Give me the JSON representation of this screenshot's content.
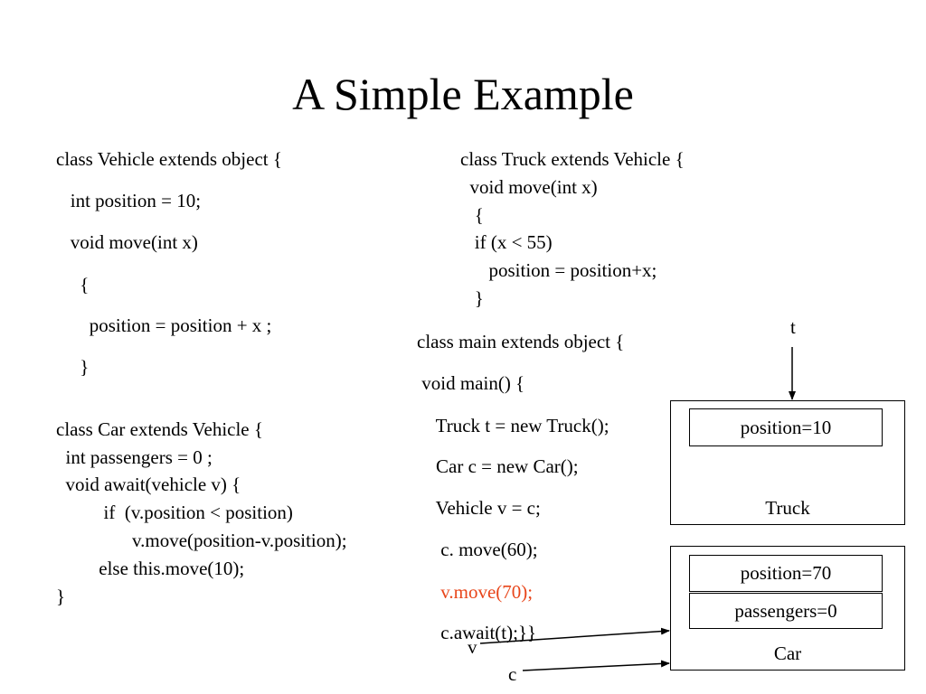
{
  "title": "A Simple Example",
  "code": {
    "vehicle": [
      "class Vehicle extends object {",
      "   int position = 10;",
      "   void move(int x)",
      "     {",
      "       position = position + x ;",
      "     }"
    ],
    "car": [
      "class Car extends Vehicle {",
      "  int passengers = 0 ;",
      "  void await(vehicle v) {",
      "          if  (v.position < position)",
      "                v.move(position-v.position);",
      "         else this.move(10);",
      "}"
    ],
    "truck": [
      "class Truck extends Vehicle {",
      "  void move(int x)",
      "   {",
      "   if (x < 55)",
      "      position = position+x;",
      "   }"
    ],
    "main": [
      "class main extends object {",
      " void main() {",
      "    Truck t = new Truck();",
      "    Car c = new Car();",
      "    Vehicle v = c;",
      "     c. move(60);",
      "     v.move(70);",
      "     c.await(t);}}"
    ]
  },
  "objects": {
    "truck": {
      "field": "position=10",
      "label": "Truck"
    },
    "car": {
      "fields": [
        "position=70",
        "passengers=0"
      ],
      "label": "Car"
    }
  },
  "refs": {
    "t": "t",
    "v": "v",
    "c": "c"
  },
  "colors": {
    "highlight": "#e8461b",
    "text": "#000000"
  }
}
